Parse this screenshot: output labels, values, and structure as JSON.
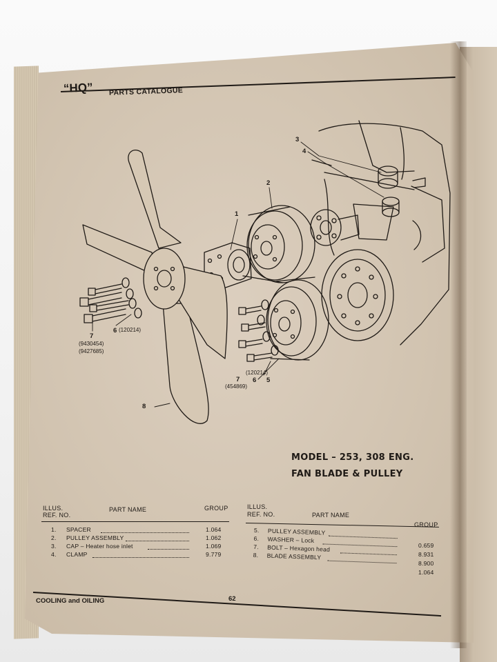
{
  "header": {
    "series": "“HQ”",
    "catalogue": "PARTS CATALOGUE"
  },
  "diagram": {
    "callouts": {
      "c1": "1",
      "c2": "2",
      "c3": "3",
      "c4": "4",
      "c5": "5",
      "c6_left": "6",
      "c6_right": "6",
      "c7_left": "7",
      "c7_right": "7",
      "c8": "8"
    },
    "part_numbers": {
      "washer_left": "(120214)",
      "bolt_left_a": "(9430454)",
      "bolt_left_b": "(9427685)",
      "washer_right": "(120214)",
      "bolt_right": "(454869)"
    }
  },
  "title": {
    "model": "MODEL – 253, 308 ENG.",
    "section": "FAN BLADE & PULLEY"
  },
  "table": {
    "left": {
      "ref_header_1": "ILLUS.",
      "ref_header_2": "REF. NO.",
      "name_header": "PART NAME",
      "group_header": "GROUP",
      "rows": [
        {
          "ref": "1.",
          "name": "SPACER",
          "group": "1.064"
        },
        {
          "ref": "2.",
          "name": "PULLEY ASSEMBLY",
          "group": "1.062"
        },
        {
          "ref": "3.",
          "name": "CAP – Heater hose inlet",
          "group": "1.069"
        },
        {
          "ref": "4.",
          "name": "CLAMP",
          "group": "9.779"
        }
      ]
    },
    "right": {
      "ref_header_1": "ILLUS.",
      "ref_header_2": "REF. NO.",
      "name_header": "PART NAME",
      "group_header": "GROUP",
      "rows": [
        {
          "ref": "5.",
          "name": "PULLEY ASSEMBLY",
          "group": "0.659"
        },
        {
          "ref": "6.",
          "name": "WASHER – Lock",
          "group": "8.931"
        },
        {
          "ref": "7.",
          "name": "BOLT – Hexagon head",
          "group": "8.900"
        },
        {
          "ref": "8.",
          "name": "BLADE ASSEMBLY",
          "group": "1.064"
        }
      ]
    }
  },
  "footer": {
    "section": "COOLING and OILING",
    "page": "62"
  }
}
